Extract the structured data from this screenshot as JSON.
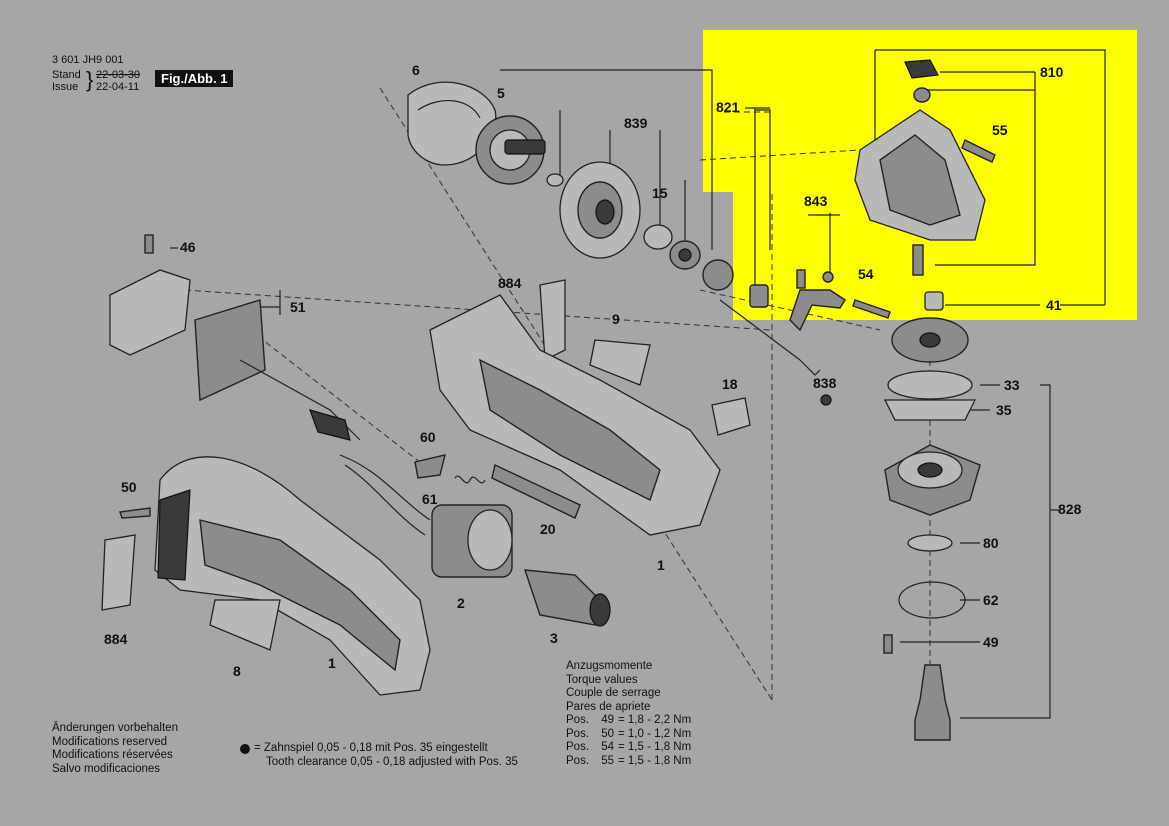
{
  "header": {
    "doc_number": "3 601 JH9 001",
    "stand_label": "Stand",
    "issue_label": "Issue",
    "brace": "}",
    "date_old": "22-03-30",
    "date_new": "22-04-11",
    "figure_label": "Fig./Abb. 1"
  },
  "parts": {
    "p6": "6",
    "p5": "5",
    "p839": "839",
    "p15": "15",
    "p46": "46",
    "p51": "51",
    "p884a": "884",
    "p9": "9",
    "p18": "18",
    "p60": "60",
    "p61": "61",
    "p20": "20",
    "p50": "50",
    "p1a": "1",
    "p1b": "1",
    "p2": "2",
    "p3": "3",
    "p884b": "884",
    "p8": "8",
    "p821": "821",
    "p810": "810",
    "p55": "55",
    "p843": "843",
    "p54": "54",
    "p41": "41",
    "p838": "838",
    "p33": "33",
    "p35": "35",
    "p828": "828",
    "p80": "80",
    "p62": "62",
    "p49": "49"
  },
  "torque": {
    "heading_lines": [
      "Anzugsmomente",
      "Torque values",
      "Couple de serrage",
      "Pares de apriete"
    ],
    "rows": [
      {
        "pos": "Pos.",
        "num": "49",
        "val": "= 1,8 - 2,2 Nm"
      },
      {
        "pos": "Pos.",
        "num": "50",
        "val": "= 1,0 - 1,2 Nm"
      },
      {
        "pos": "Pos.",
        "num": "54",
        "val": "= 1,5 - 1,8 Nm"
      },
      {
        "pos": "Pos.",
        "num": "55",
        "val": "= 1,5 - 1,8 Nm"
      }
    ]
  },
  "changes": [
    "Änderungen vorbehalten",
    "Modifications reserved",
    "Modifications réservées",
    "Salvo modificaciones"
  ],
  "note": {
    "line1": "= Zahnspiel 0,05 - 0,18 mit Pos. 35 eingestellt",
    "line2": "Tooth clearance 0,05 - 0,18 adjusted with Pos. 35"
  },
  "colors": {
    "highlight": "#ffff00",
    "background": "#a6a6a6"
  }
}
